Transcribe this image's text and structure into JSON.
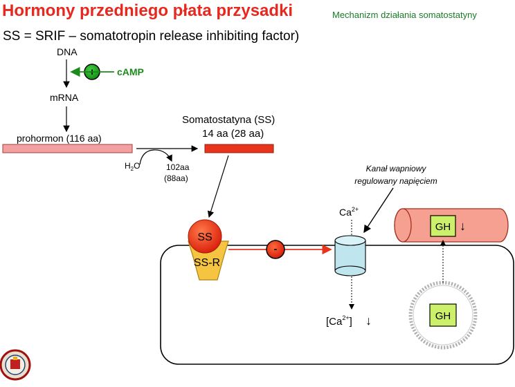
{
  "header": {
    "title": "Hormony przedniego płata przysadki",
    "subtitle": "Mechanizm działania somatostatyny"
  },
  "definition": "SS = SRIF – somatotropin release inhibiting factor)",
  "pathway": {
    "dna": "DNA",
    "mrna": "mRNA",
    "plus_sign": "+",
    "camp": "cAMP",
    "prohormone": "prohormon (116 aa)",
    "water_base": "H",
    "water_sub": "2",
    "water_tail": "O",
    "cleaved_1": "102aa",
    "cleaved_2": "(88aa)",
    "product_1": "Somatostatyna (SS)",
    "product_2": "14 aa (28 aa)"
  },
  "cell": {
    "ss": "SS",
    "receptor": "SS-R",
    "minus_sign": "-",
    "channel_label_1": "Kanał wapniowy",
    "channel_label_2": "regulowany napięciem",
    "ca_base": "Ca",
    "ca_sup": "2+",
    "ca_inside_open": "[Ca",
    "ca_inside_sup": "2+",
    "ca_inside_close": "]",
    "down_arrow": "↓",
    "gh_vesicle": "GH",
    "gh_vessel": "GH"
  },
  "colors": {
    "title_red": "#e8281e",
    "subtitle_green": "#1a7a2a",
    "camp_green": "#1c8a1c",
    "prohormone_pink": "#f2a0a0",
    "ss_bar_red": "#e8341c",
    "receptor_yellow": "#f5c542",
    "channel_cyan": "#bfe6ee",
    "vessel_salmon": "#f5a090",
    "gh_box_green": "#ccf06a"
  }
}
